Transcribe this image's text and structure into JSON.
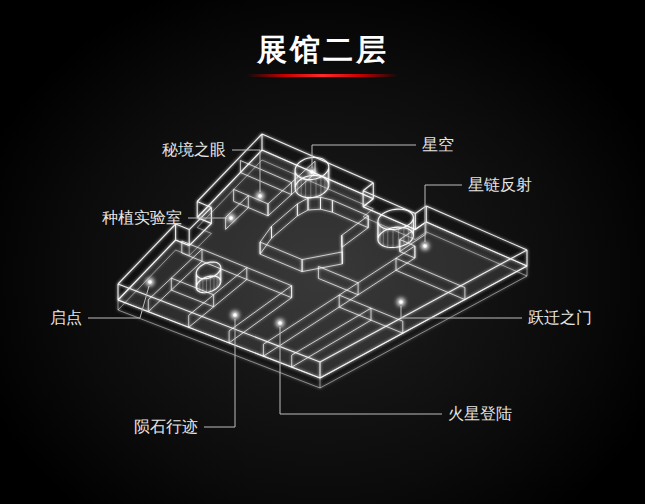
{
  "diagram": {
    "title": "展馆二层",
    "labels": [
      "秘境之眼",
      "星空",
      "星链反射",
      "种植实验室",
      "启点",
      "跃迁之门",
      "陨石行迹",
      "火星登陆"
    ]
  }
}
